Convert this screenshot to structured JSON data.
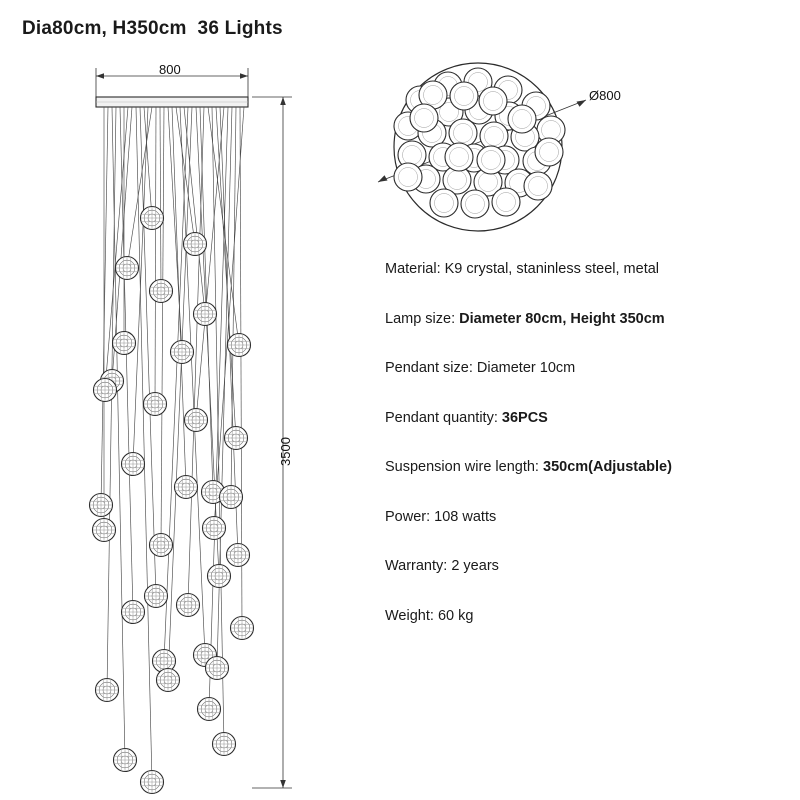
{
  "title": "Dia80cm, H350cm  36 Lights",
  "dimensions": {
    "top_width": "800",
    "height": "3500",
    "diameter": "Ø800"
  },
  "specs": [
    {
      "label": "Material: ",
      "value": "K9 crystal, staninless steel, metal",
      "bold": false
    },
    {
      "label": "Lamp size: ",
      "value": "Diameter 80cm, Height 350cm",
      "bold": true
    },
    {
      "label": "Pendant size: ",
      "value": "Diameter 10cm",
      "bold": false
    },
    {
      "label": "Pendant quantity: ",
      "value": "36PCS",
      "bold": true
    },
    {
      "label": "Suspension wire length: ",
      "value": "350cm(Adjustable)",
      "bold": true
    },
    {
      "label": "Power: ",
      "value": " 108 watts",
      "bold": false
    },
    {
      "label": "Warranty: ",
      "value": "2 years",
      "bold": false
    },
    {
      "label": "Weight: ",
      "value": " 60 kg",
      "bold": false
    }
  ],
  "diagram": {
    "front_view_name": "front-elevation-view",
    "top_view_name": "top-plan-view",
    "pendant_count": 36
  }
}
